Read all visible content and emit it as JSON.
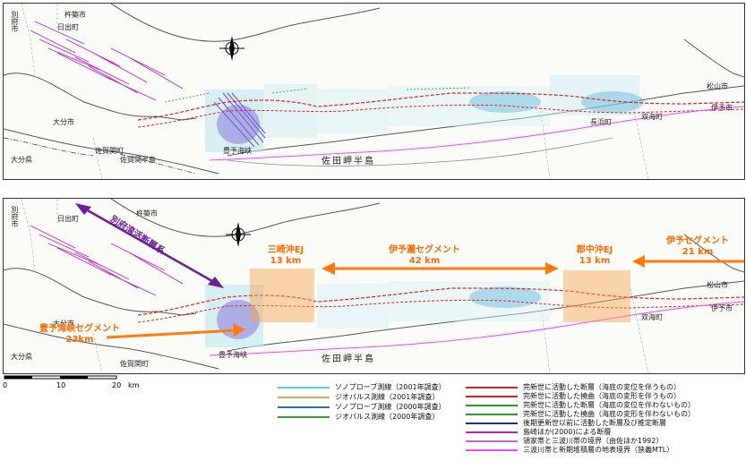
{
  "map_top": {
    "labels": {
      "beppu": "別府市",
      "kitsuki": "杵築市",
      "hiji": "日出町",
      "oita_city": "大分市",
      "oita_pref": "大分県",
      "saganoseki_town": "佐賀関町",
      "saganoseki_peninsula": "佐賀関半島",
      "bungo_strait": "豊予海峡",
      "sada_peninsula": "佐田岬半島",
      "iyo_city": "伊予市",
      "matsuyama": "松山市",
      "futami": "双海町",
      "nagahama": "長浜町"
    }
  },
  "map_bottom": {
    "labels": {
      "beppu": "別府市",
      "kitsuki": "杵築市",
      "hiji": "日出町",
      "oita_city": "大分市",
      "oita_pref": "大分県",
      "saganoseki_town": "佐賀関町",
      "bungo_strait": "豊予海峡",
      "sada_peninsula": "佐田岬半島",
      "iyo_city": "伊予市",
      "matsuyama": "松山市",
      "futami": "双海町"
    },
    "annotations": {
      "beppu_fault": "別府湾活断層系",
      "misaki_ej": "三崎沖EJ",
      "misaki_len": "13 km",
      "iyonada_seg": "伊予灘セグメント",
      "iyonada_len": "42 km",
      "gunchu_ej": "郡中沖EJ",
      "gunchu_len": "13 km",
      "iyo_seg": "伊予セグメント",
      "iyo_len": "21 km",
      "hoyo_seg": "豊予海峡セグメント",
      "hoyo_len": "23km"
    }
  },
  "scale_bar": {
    "zero": "0",
    "ten": "10",
    "twenty": "20",
    "unit": "km"
  },
  "legend_left": [
    {
      "text": "ソノプローブ測線（2001年調査）",
      "color": "#5bc8e8"
    },
    {
      "text": "ジオパルス測線（2001年調査）",
      "color": "#f0a050"
    },
    {
      "text": "ソノプローブ測線（2000年調査）",
      "color": "#2a6fb0"
    },
    {
      "text": "ジオパルス測線（2000年調査）",
      "color": "#3a9a3a"
    }
  ],
  "legend_right": [
    {
      "text": "完新世に活動した断層（海底の変位を伴うもの）",
      "color": "#e02020"
    },
    {
      "text": "完新世に活動した撓曲（海底の変形を伴うもの）",
      "color": "#e02020"
    },
    {
      "text": "完新世に活動した断層（海底の変位を伴わないもの）",
      "color": "#2a9a2a"
    },
    {
      "text": "完新世に活動した撓曲（海底の変形を伴わないもの）",
      "color": "#2a9a2a"
    },
    {
      "text": "後期更新世以前に活動した断層及び推定断層",
      "color": "#1a2aa0"
    },
    {
      "text": "島崎ほか(2000)による断層",
      "color": "#c020c0"
    },
    {
      "text": "領家帯と三波川帯の境界（由佐ほか1992）",
      "color": "#d060d0"
    },
    {
      "text": "三波川帯と新期堆積層の地表境界（狭義MTL）",
      "color": "#ff40ff"
    }
  ]
}
